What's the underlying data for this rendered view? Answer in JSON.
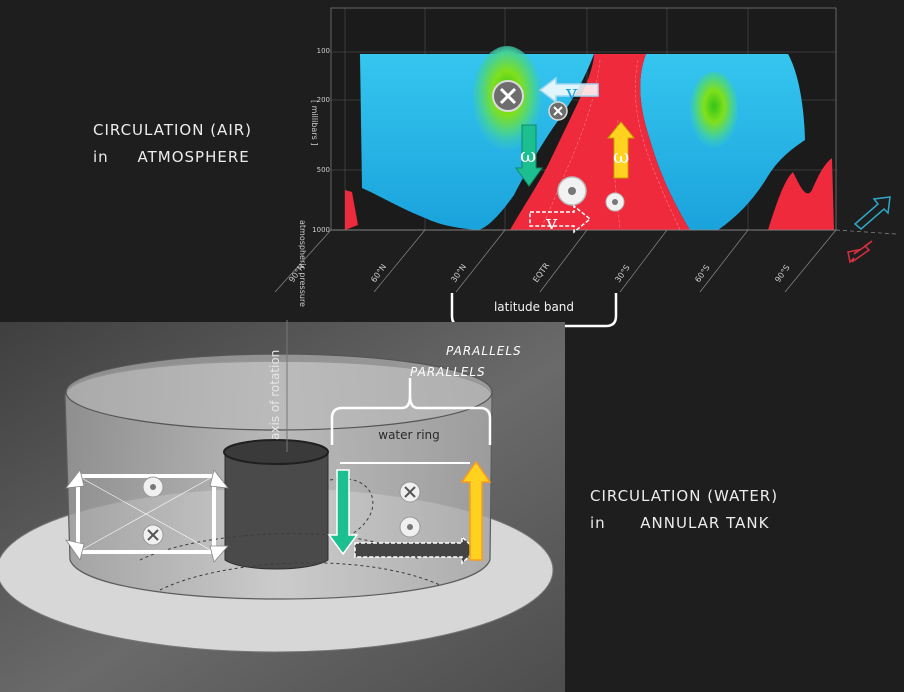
{
  "air_caption": {
    "line1": "CIRCULATION (AIR)",
    "line2": "in     ATMOSPHERE"
  },
  "water_caption": {
    "line1": "CIRCULATION (WATER)",
    "line2": "in      ANNULAR TANK"
  },
  "atmosphere_chart": {
    "ylabel_line1": "atmospheric pressure",
    "ylabel_line2": "[ millibars ]",
    "pressure_ticks": [
      "100",
      "200",
      "500",
      "1000"
    ],
    "latitude_ticks": [
      "90°N",
      "60°N",
      "30°N",
      "EQTR",
      "30°S",
      "60°S",
      "90°S"
    ],
    "symbols": {
      "omega": "ω",
      "v": "v"
    }
  },
  "labels": {
    "latitude_band": "latitude band",
    "parallels_upper": "PARALLELS",
    "parallels_lower": "PARALLELS",
    "water_ring": "water ring",
    "axis_of_rotation": "axis of rotation"
  },
  "colors": {
    "cold": "#29b6e8",
    "warm": "#ee2a3c",
    "core": "#5ee01f",
    "omega_down": "#1cbf8f",
    "omega_up": "#ffd21f",
    "outflow": "#2fa7c7",
    "inflow": "#d62f3f"
  }
}
